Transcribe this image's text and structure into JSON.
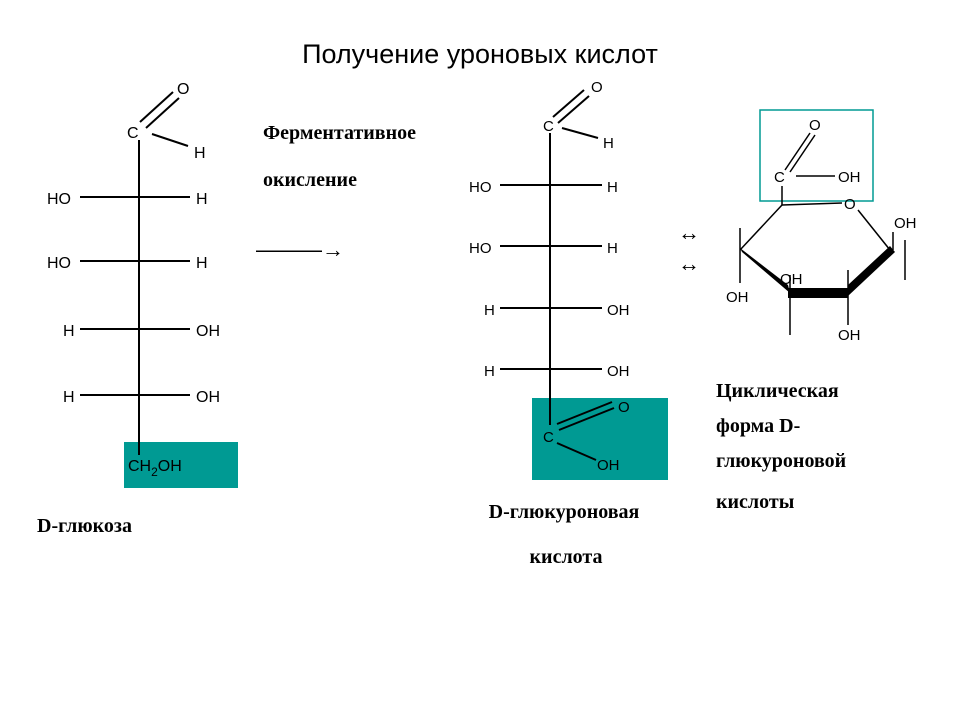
{
  "title": "Получение уроновых кислот",
  "colors": {
    "highlight": "#009a93",
    "text": "#000000",
    "frame": "#009a93"
  },
  "reaction": {
    "label_line1": "Ферментативное",
    "label_line2": "окисление",
    "arrow": "———→"
  },
  "equilibrium": {
    "top": "↔",
    "bottom": "↔"
  },
  "glucose": {
    "c1": "C",
    "o1": "O",
    "h1": "H",
    "r2_left": "HO",
    "r2_right": "H",
    "r3_left": "HO",
    "r3_right": "H",
    "r4_left": "H",
    "r4_right": "OH",
    "r5_left": "H",
    "r5_right": "OH",
    "c6_a": "CH",
    "c6_sub": "2",
    "c6_b": "OH",
    "name": "D-глюкоза"
  },
  "glucuronic": {
    "c1": "C",
    "o1": "O",
    "h1": "H",
    "r2_left": "HO",
    "r2_right": "H",
    "r3_left": "HO",
    "r3_right": "H",
    "r4_left": "H",
    "r4_right": "OH",
    "r5_left": "H",
    "r5_right": "OH",
    "c6": "C",
    "o6": "O",
    "oh6": "OH",
    "name_line1": "D-глюкуроновая",
    "name_line2": "кислота"
  },
  "cyclic": {
    "carboxyl_o": "O",
    "carboxyl_c": "C",
    "carboxyl_oh": "OH",
    "ring_o": "O",
    "oh_right": "OH",
    "oh_left": "OH",
    "oh_mid": "OH",
    "oh_bottom": "OH",
    "name_line1": "Циклическая",
    "name_line2": "форма D-",
    "name_line3": "глюкуроновой",
    "name_line4": "кислоты"
  }
}
